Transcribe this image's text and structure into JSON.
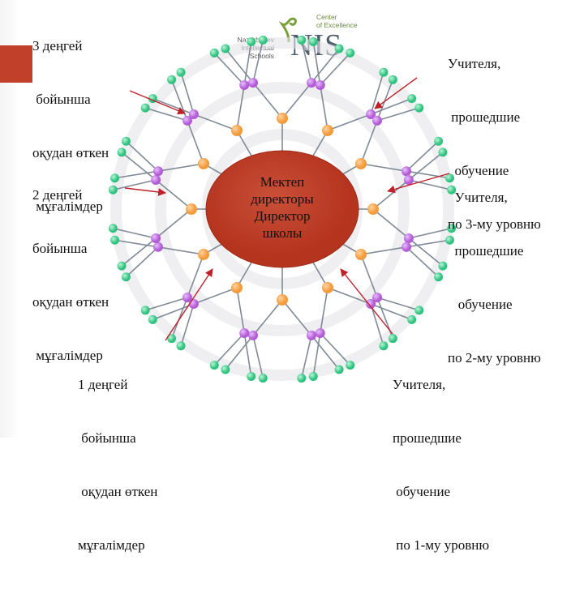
{
  "logo": {
    "left_text": "Nazarbayev\nIntellectual\nSchools",
    "nis": "NIS",
    "right_text": "Center\nof Excellence"
  },
  "center": {
    "lines": [
      "Мектеп",
      "директоры",
      "Директор",
      "школы"
    ]
  },
  "labels": {
    "top_left": [
      "3 деңгей",
      " бойынша",
      "оқудан өткен",
      " мұғалімдер"
    ],
    "mid_left": [
      "2 деңгей",
      "бойынша",
      "оқудан өткен",
      " мұғалімдер"
    ],
    "bottom_left": [
      "1 деңгей",
      " бойынша",
      " оқудан өткен",
      "мұғалімдер"
    ],
    "top_right": [
      "Учителя,",
      " прошедшие",
      "  обучение",
      "по 3-му уровню"
    ],
    "mid_right": [
      "  Учителя,",
      "  прошедшие",
      "   обучение",
      "по 2-му уровню"
    ],
    "bottom_right": [
      "Учителя,",
      "прошедшие",
      " обучение",
      " по 1-му уровню"
    ]
  },
  "colors": {
    "accent_tab": "#c0402a",
    "center_fill": "#b5341e",
    "level1_node": "#f39a3a",
    "level2_node": "#b35ad6",
    "level3_node": "#2ec27e",
    "arrow": "#c0202a",
    "edge": "#7f8a96"
  },
  "network": {
    "spokes": 12
  }
}
